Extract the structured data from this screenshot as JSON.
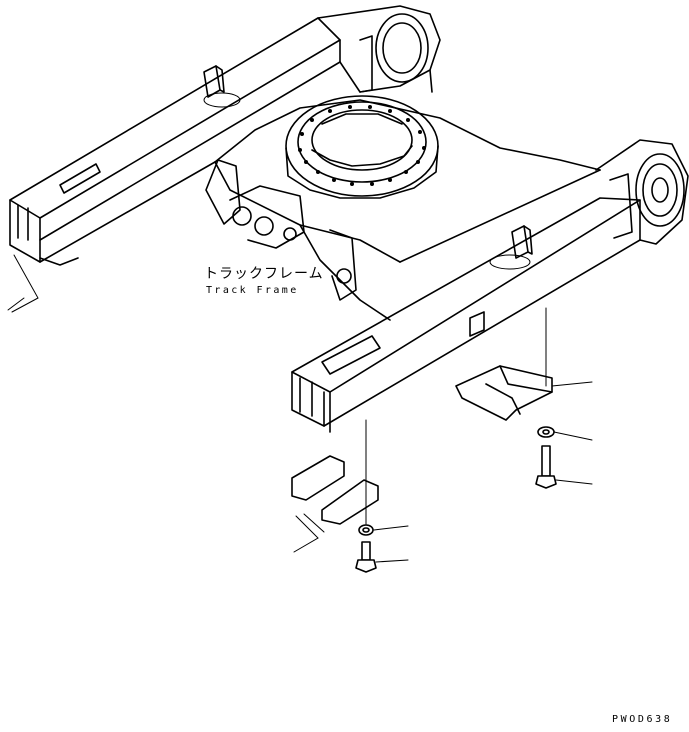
{
  "diagram": {
    "label_jp": "トラックフレーム",
    "label_en": "Track Frame",
    "drawing_code": "PWOD638",
    "stroke_color": "#000000",
    "background_color": "#ffffff"
  }
}
